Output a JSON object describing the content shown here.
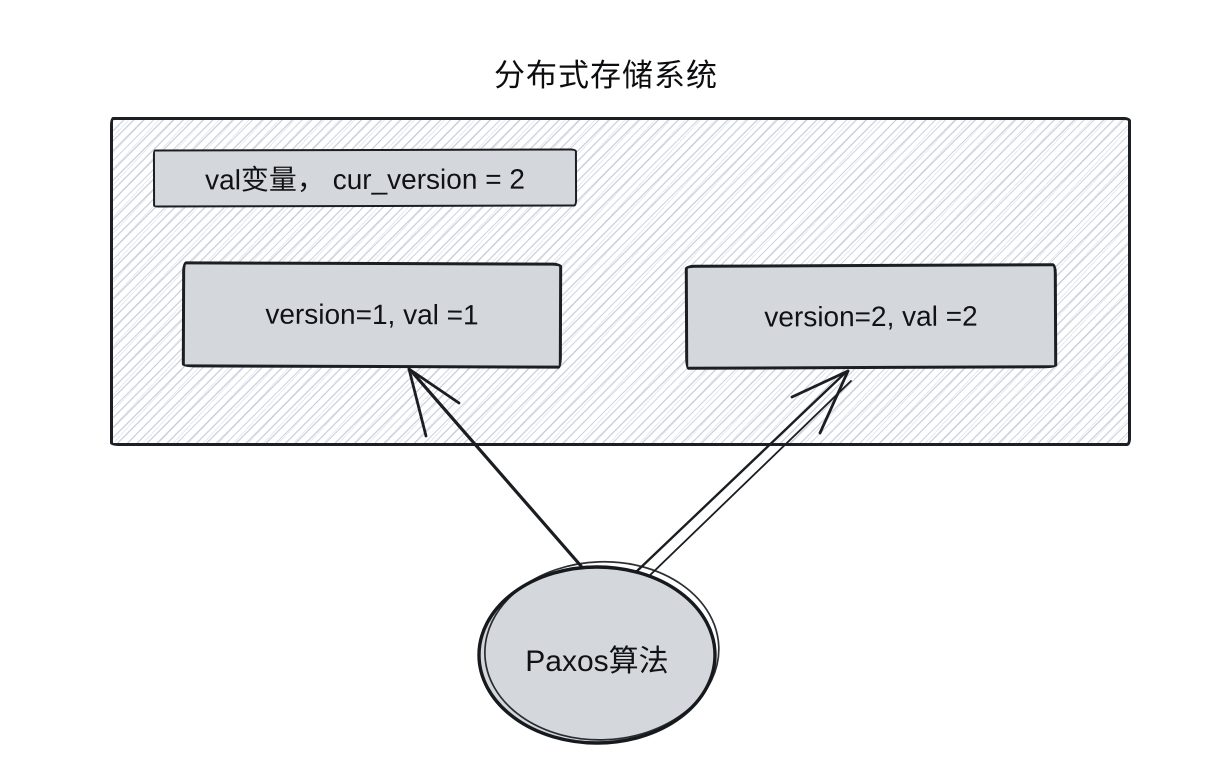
{
  "diagram": {
    "title": "分布式存储系统",
    "storage_box": {
      "val_variable_label": "val变量， cur_version = 2",
      "version1_label": "version=1, val =1",
      "version2_label": "version=2, val =2"
    },
    "paxos_ellipse_label": "Paxos算法",
    "colors": {
      "ink": "#1c1f24",
      "shape_fill": "#d4d8dc",
      "hatch_line": "#c7cdda",
      "background": "#ffffff"
    }
  }
}
